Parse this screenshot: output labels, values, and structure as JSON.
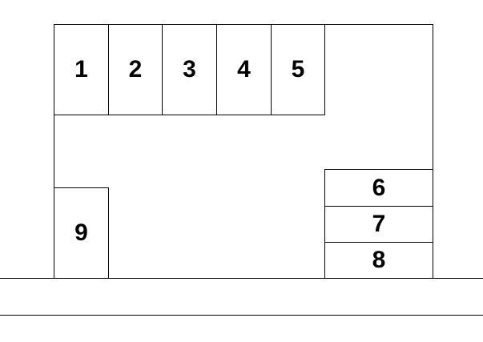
{
  "diagram": {
    "top_row_labels": [
      "1",
      "2",
      "3",
      "4",
      "5"
    ],
    "right_stack_labels": [
      "6",
      "7",
      "8"
    ],
    "left_box_label": "9",
    "colors": {
      "stroke": "#000000",
      "background": "#ffffff",
      "text": "#000000"
    }
  }
}
